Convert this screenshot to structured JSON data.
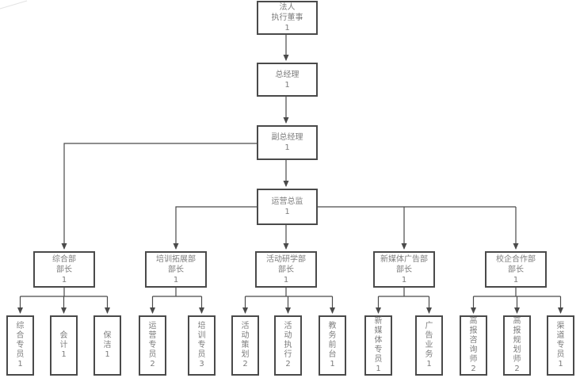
{
  "diagram": {
    "type": "org-chart",
    "colors": {
      "background": "#ffffff",
      "box_border": "#4a4a4a",
      "connector_line": "#4a4a4a",
      "text": "#7d7d7d"
    },
    "nodes": {
      "legal_executive_director": {
        "lines": [
          "法人",
          "执行董事"
        ],
        "count": "1"
      },
      "general_manager": {
        "lines": [
          "总经理"
        ],
        "count": "1"
      },
      "deputy_general_manager": {
        "lines": [
          "副总经理"
        ],
        "count": "1"
      },
      "operations_director": {
        "lines": [
          "运营总监"
        ],
        "count": "1"
      },
      "dept_general_affairs": {
        "lines": [
          "综合部",
          "部长"
        ],
        "count": "1"
      },
      "dept_training_expansion": {
        "lines": [
          "培训拓展部",
          "部长"
        ],
        "count": "1"
      },
      "dept_activity_research": {
        "lines": [
          "活动研学部",
          "部长"
        ],
        "count": "1"
      },
      "dept_new_media_ads": {
        "lines": [
          "新媒体广告部",
          "部长"
        ],
        "count": "1"
      },
      "dept_school_enterprise": {
        "lines": [
          "校企合作部",
          "部长"
        ],
        "count": "1"
      },
      "staff_general": {
        "label": "综合专员",
        "count": "1"
      },
      "staff_accountant": {
        "label": "会计",
        "count": "1"
      },
      "staff_cleaner": {
        "label": "保洁",
        "count": "1"
      },
      "staff_operations": {
        "label": "运营专员",
        "count": "2"
      },
      "staff_training": {
        "label": "培训专员",
        "count": "3"
      },
      "staff_event_planning": {
        "label": "活动策划",
        "count": "2"
      },
      "staff_event_execution": {
        "label": "活动执行",
        "count": "2"
      },
      "staff_front_desk": {
        "label": "教务前台",
        "count": "1"
      },
      "staff_new_media": {
        "label": "新媒体专员",
        "count": "1"
      },
      "staff_ad_sales": {
        "label": "广告业务",
        "count": "1"
      },
      "staff_gaokao_consultant": {
        "label": "高报咨询师",
        "count": "2"
      },
      "staff_gaokao_planner": {
        "label": "高报规划师",
        "count": "2"
      },
      "staff_channel": {
        "label": "渠道专员",
        "count": "1"
      }
    },
    "edges": [
      [
        "legal_executive_director",
        "general_manager"
      ],
      [
        "general_manager",
        "deputy_general_manager"
      ],
      [
        "deputy_general_manager",
        "operations_director"
      ],
      [
        "deputy_general_manager",
        "dept_general_affairs"
      ],
      [
        "operations_director",
        "dept_training_expansion"
      ],
      [
        "operations_director",
        "dept_activity_research"
      ],
      [
        "operations_director",
        "dept_new_media_ads"
      ],
      [
        "operations_director",
        "dept_school_enterprise"
      ],
      [
        "dept_general_affairs",
        "staff_general"
      ],
      [
        "dept_general_affairs",
        "staff_accountant"
      ],
      [
        "dept_general_affairs",
        "staff_cleaner"
      ],
      [
        "dept_training_expansion",
        "staff_operations"
      ],
      [
        "dept_training_expansion",
        "staff_training"
      ],
      [
        "dept_activity_research",
        "staff_event_planning"
      ],
      [
        "dept_activity_research",
        "staff_event_execution"
      ],
      [
        "dept_activity_research",
        "staff_front_desk"
      ],
      [
        "dept_new_media_ads",
        "staff_new_media"
      ],
      [
        "dept_new_media_ads",
        "staff_ad_sales"
      ],
      [
        "dept_school_enterprise",
        "staff_gaokao_consultant"
      ],
      [
        "dept_school_enterprise",
        "staff_gaokao_planner"
      ],
      [
        "dept_school_enterprise",
        "staff_channel"
      ]
    ]
  }
}
